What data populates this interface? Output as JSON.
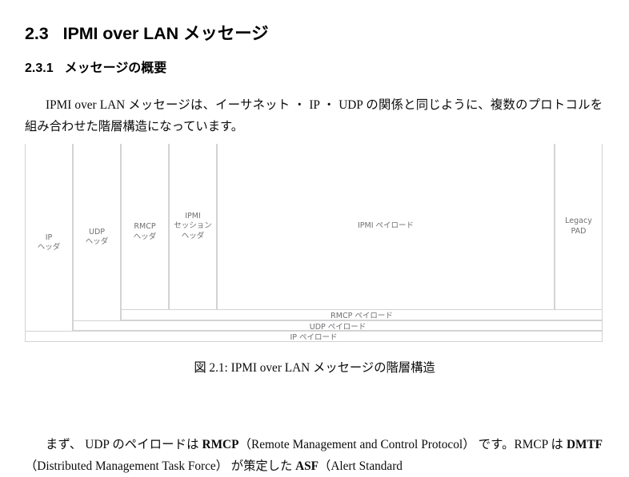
{
  "document": {
    "section_heading": {
      "number": "2.3",
      "title": "IPMI over LAN メッセージ"
    },
    "subsection_heading": {
      "number": "2.3.1",
      "title": "メッセージの概要"
    },
    "intro_paragraph": "IPMI over LAN メッセージは、イーサネット ・ IP ・ UDP の関係と同じように、複数のプロトコルを組み合わせた階層構造になっています。",
    "figure": {
      "caption": "図 2.1: IPMI over LAN メッセージの階層構造",
      "border_color": "#d3d3d5",
      "label_color": "#6f6f74",
      "columns": [
        {
          "id": "ip-header",
          "label": "IP\nヘッダ"
        },
        {
          "id": "udp-header",
          "label": "UDP\nヘッダ"
        },
        {
          "id": "rmcp-header",
          "label": "RMCP\nヘッダ"
        },
        {
          "id": "ipmi-session-header",
          "label": "IPMI\nセッション\nヘッダ"
        },
        {
          "id": "ipmi-payload",
          "label": "IPMI ペイロード"
        },
        {
          "id": "legacy-pad",
          "label": "Legacy\nPAD"
        }
      ],
      "payload_bars": [
        {
          "id": "rmcp-payload",
          "label": "RMCP ペイロード"
        },
        {
          "id": "udp-payload",
          "label": "UDP ペイロード"
        },
        {
          "id": "ip-payload",
          "label": "IP ペイロード"
        }
      ]
    },
    "tail_paragraph_html": "まず、 UDP のペイロードは <b>RMCP</b>（Remote Management and Control Protocol） です。RMCP は <b>DMTF</b>（Distributed Management Task Force） が策定した <b>ASF</b>（Alert Standard"
  }
}
